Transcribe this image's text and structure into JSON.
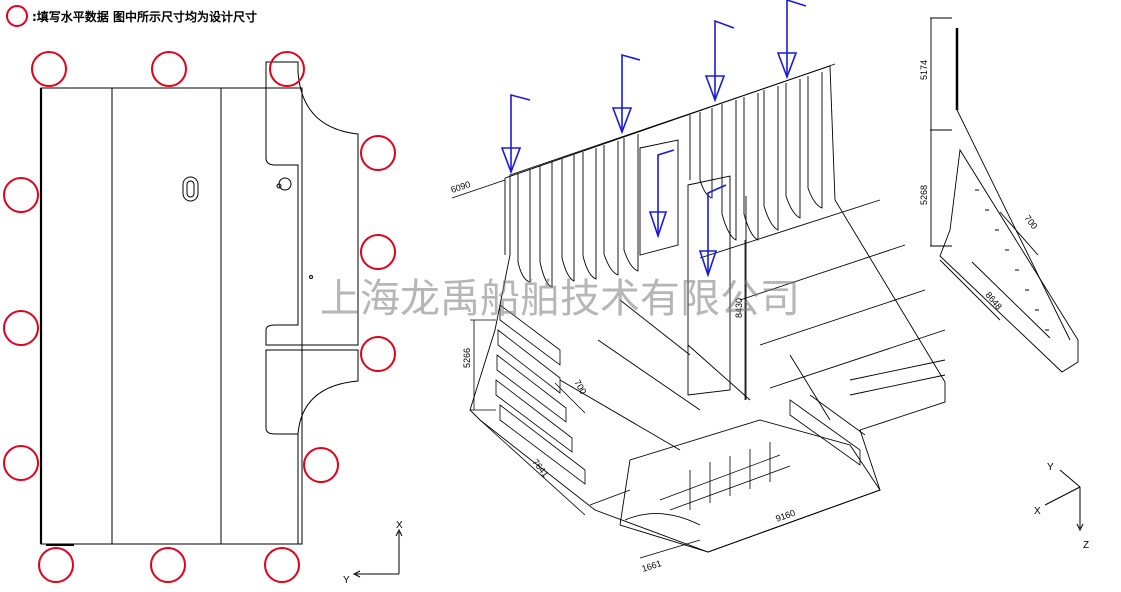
{
  "legend": {
    "text": ":填写水平数据 图中所示尺寸均为设计尺寸",
    "circle_color": "#e0001b"
  },
  "watermark": "上海龙禹船舶技术有限公司",
  "dimensions": {
    "d6090": "6090",
    "d5266": "5266",
    "d700a": "700",
    "d7641": "7641",
    "d1661": "1661",
    "d9160": "9160",
    "d8430": "8430",
    "d5174": "5174",
    "d5268": "5268",
    "d700b": "700",
    "d8648": "8648"
  },
  "axes_left": {
    "x": "X",
    "y": "Y"
  },
  "axes_right": {
    "y": "Y",
    "x": "X",
    "z": "Z"
  },
  "colors": {
    "arrow": "#1a1adb",
    "circle": "#e0001b",
    "line": "#000000"
  }
}
